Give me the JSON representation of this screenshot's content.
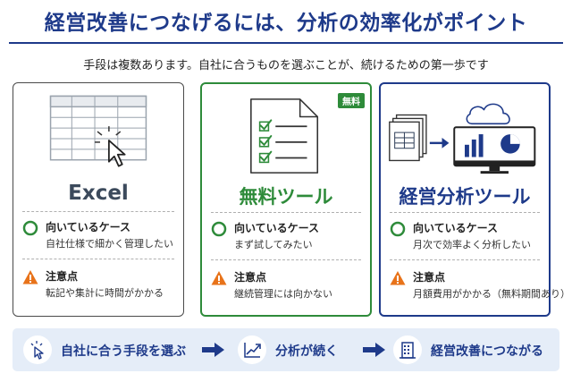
{
  "header": {
    "title": "経営改善につなげるには、分析の効率化がポイント",
    "subtitle": "手段は複数あります。自社に合うものを選ぶことが、続けるための第一歩です"
  },
  "colors": {
    "navy": "#1e3a8a",
    "green": "#2e8b3a",
    "warning": "#e8731a",
    "flow_bg": "#e5edf8"
  },
  "cards": [
    {
      "title": "Excel",
      "illustration": "spreadsheet-with-cursor-icon",
      "suitable": {
        "label": "向いているケース",
        "text": "自社仕様で細かく管理したい"
      },
      "caution": {
        "label": "注意点",
        "text": "転記や集計に時間がかかる"
      }
    },
    {
      "title": "無料ツール",
      "badge": "無料",
      "illustration": "checklist-document-icon",
      "suitable": {
        "label": "向いているケース",
        "text": "まず試してみたい"
      },
      "caution": {
        "label": "注意点",
        "text": "継続管理には向かない"
      }
    },
    {
      "title": "経営分析ツール",
      "illustration": "files-to-cloud-dashboard-icon",
      "suitable": {
        "label": "向いているケース",
        "text": "月次で効率よく分析したい"
      },
      "caution": {
        "label": "注意点",
        "text": "月額費用がかかる（無料期間あり）"
      }
    }
  ],
  "flow": [
    {
      "icon": "pointer-click-icon",
      "label": "自社に合う手段を選ぶ"
    },
    {
      "icon": "rising-chart-icon",
      "label": "分析が続く"
    },
    {
      "icon": "building-icon",
      "label": "経営改善につながる"
    }
  ]
}
